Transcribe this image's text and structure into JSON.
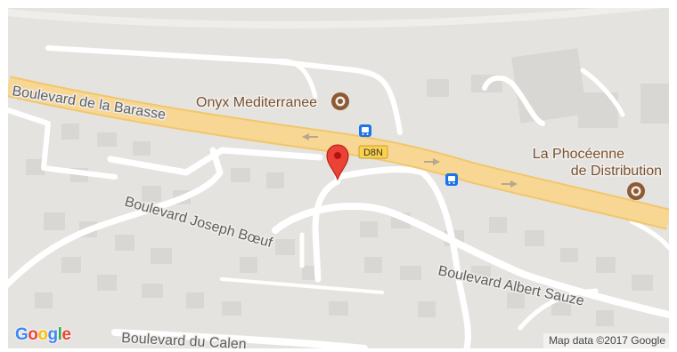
{
  "map": {
    "roads": {
      "barasse": "Boulevard de la Barasse",
      "joseph": "Boulevard Joseph Bœuf",
      "albert": "Boulevard Albert Sauze",
      "calen": "Boulevard du Calen"
    },
    "route_shield": "D8N",
    "pois": {
      "onyx": "Onyx Mediterranee",
      "phoceenne_line1": "La Phocéenne",
      "phoceenne_line2": "de Distribution"
    },
    "icons": [
      "bus-stop-icon",
      "poi-icon",
      "map-marker-icon",
      "one-way-arrow-icon"
    ],
    "logo_letters": [
      "G",
      "o",
      "o",
      "g",
      "l",
      "e"
    ],
    "attribution": "Map data ©2017 Google",
    "colors": {
      "land": "#e5e3df",
      "building": "#d9d7d3",
      "major_road": "#f8d694",
      "minor_road": "#ffffff",
      "marker": "#ea4335",
      "poi": "#8d5a33",
      "bus": "#1a73e8"
    }
  }
}
